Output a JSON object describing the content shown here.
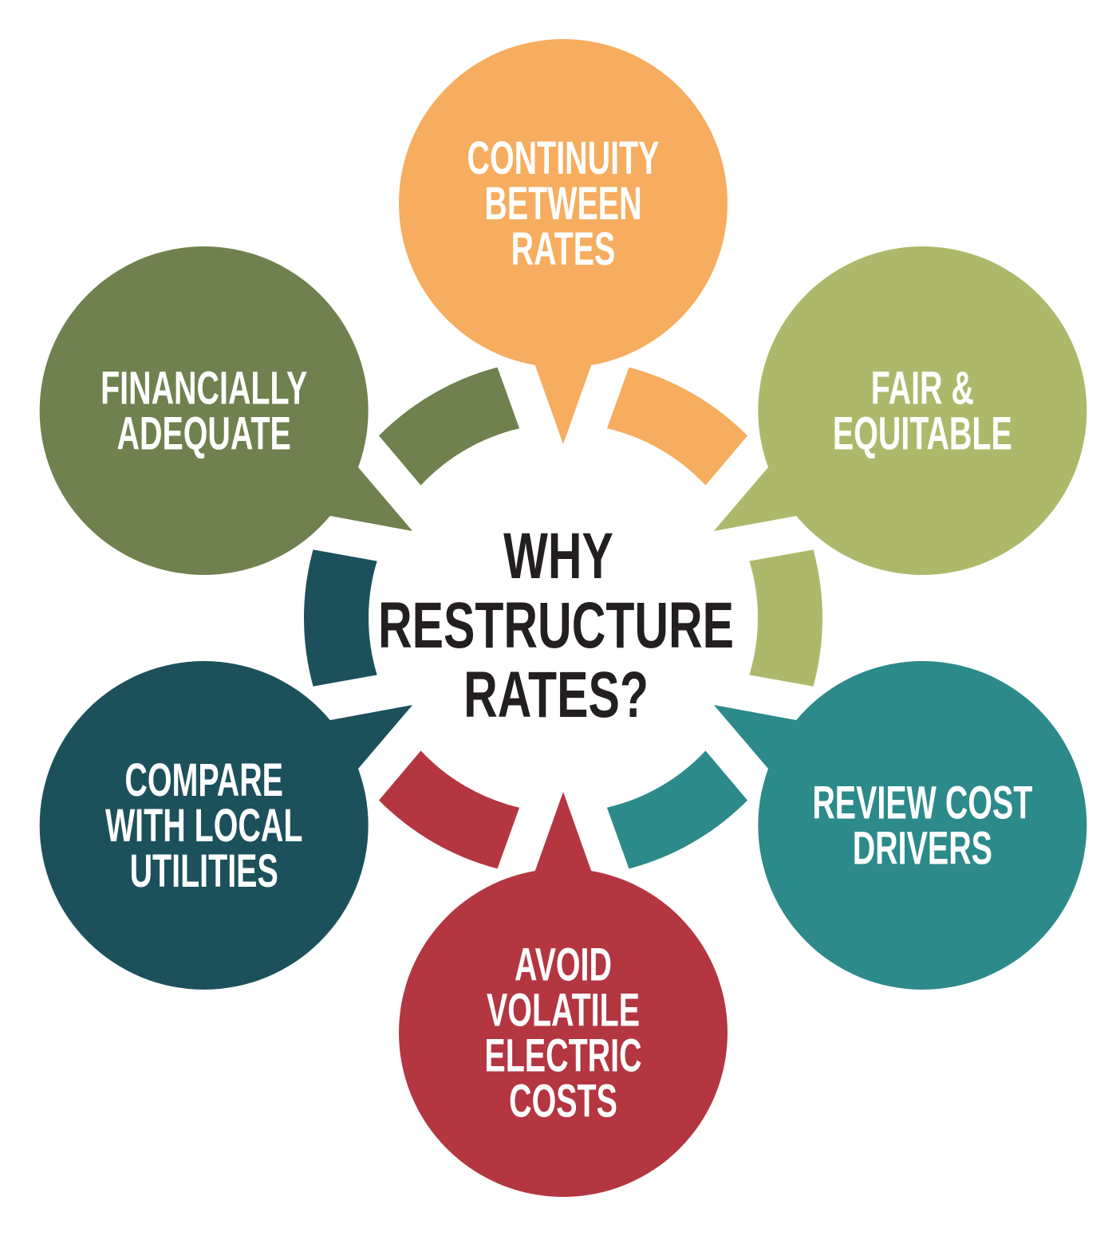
{
  "center": {
    "lines": [
      "WHY",
      "RESTRUCTURE",
      "RATES?"
    ]
  },
  "bubbles": [
    {
      "id": "continuity",
      "lines": [
        "CONTINUITY",
        "BETWEEN",
        "RATES"
      ],
      "color": "#F6AD5F"
    },
    {
      "id": "fair",
      "lines": [
        "FAIR &",
        "EQUITABLE"
      ],
      "color": "#AEB86B"
    },
    {
      "id": "review",
      "lines": [
        "REVIEW COST",
        "DRIVERS"
      ],
      "color": "#2C8A8A"
    },
    {
      "id": "avoid",
      "lines": [
        "AVOID",
        "VOLATILE",
        "ELECTRIC",
        "COSTS"
      ],
      "color": "#B33641"
    },
    {
      "id": "compare",
      "lines": [
        "COMPARE",
        "WITH LOCAL",
        "UTILITIES"
      ],
      "color": "#1C515C"
    },
    {
      "id": "financial",
      "lines": [
        "FINANCIALLY",
        "ADEQUATE"
      ],
      "color": "#6E814E"
    }
  ]
}
